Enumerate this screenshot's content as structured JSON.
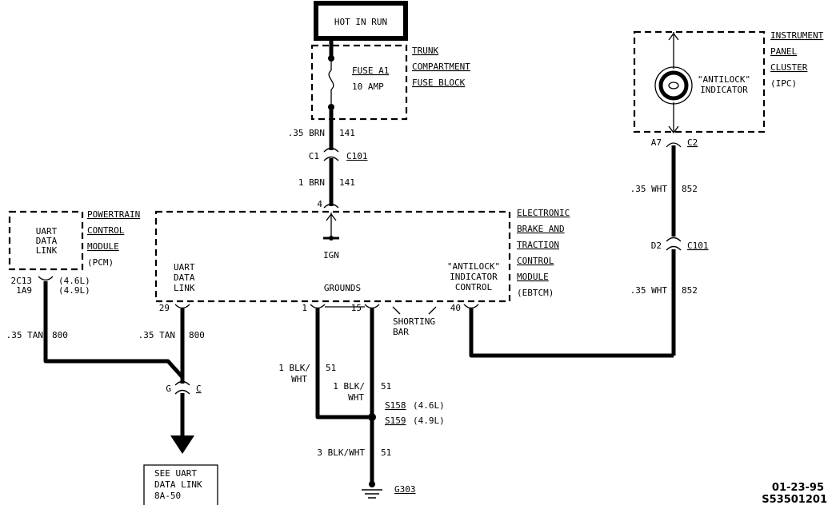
{
  "power": {
    "label": "HOT IN RUN"
  },
  "fuse_block": {
    "name_lines": [
      "TRUNK",
      "COMPARTMENT",
      "FUSE BLOCK"
    ],
    "fuse_name": "FUSE A1",
    "fuse_rating": "10 AMP"
  },
  "ipc": {
    "name_lines": [
      "INSTRUMENT",
      "PANEL",
      "CLUSTER",
      "(IPC)"
    ],
    "indicator_lines": [
      "\"ANTILOCK\"",
      "INDICATOR"
    ],
    "pin": "A7",
    "connector": "C2"
  },
  "pcm": {
    "name_lines": [
      "POWERTRAIN",
      "CONTROL",
      "MODULE",
      "(PCM)"
    ],
    "inner_lines": [
      "UART",
      "DATA",
      "LINK"
    ],
    "pins": [
      "2C13",
      "1A9"
    ],
    "pin_variants": [
      "(4.6L)",
      "(4.9L)"
    ]
  },
  "ebtcm": {
    "name_lines": [
      "ELECTRONIC",
      "BRAKE AND",
      "TRACTION",
      "CONTROL",
      "MODULE",
      "(EBTCM)"
    ],
    "ign_label": "IGN",
    "uart_lines": [
      "UART",
      "DATA",
      "LINK"
    ],
    "grounds_label": "GROUNDS",
    "antilock_lines": [
      "\"ANTILOCK\"",
      "INDICATOR",
      "CONTROL"
    ],
    "pin_ign": "4",
    "pin_uart": "29",
    "pin_gnd1": "1",
    "pin_gnd2": "15",
    "pin_antilock": "40",
    "shorting_bar_lines": [
      "SHORTING",
      "BAR"
    ]
  },
  "connectors": {
    "c101_top_pin": "C1",
    "c101_top_name": "C101",
    "c101_right_pin": "D2",
    "c101_right_name": "C101",
    "c_pin": "G",
    "c_name": "C"
  },
  "wires": {
    "w141a_gauge": ".35 BRN",
    "w141a_circuit": "141",
    "w141b_gauge": "1 BRN",
    "w141b_circuit": "141",
    "w852a_gauge": ".35 WHT",
    "w852a_circuit": "852",
    "w852b_gauge": ".35 WHT",
    "w852b_circuit": "852",
    "w800a_gauge": ".35 TAN",
    "w800a_circuit": "800",
    "w800b_gauge": ".35 TAN",
    "w800b_circuit": "800",
    "w51a_gauge_lines": [
      "1 BLK/",
      "WHT"
    ],
    "w51a_circuit": "51",
    "w51b_gauge_lines": [
      "1 BLK/",
      "WHT"
    ],
    "w51b_circuit": "51",
    "w51c_gauge": "3 BLK/WHT",
    "w51c_circuit": "51"
  },
  "splices": {
    "s158": "S158",
    "s158_variant": "(4.6L)",
    "s159": "S159",
    "s159_variant": "(4.9L)"
  },
  "ground": {
    "name": "G303"
  },
  "reference": {
    "lines": [
      "SEE UART",
      "DATA LINK",
      "8A-50"
    ]
  },
  "footer": {
    "date": "01-23-95",
    "code": "S53501201"
  }
}
